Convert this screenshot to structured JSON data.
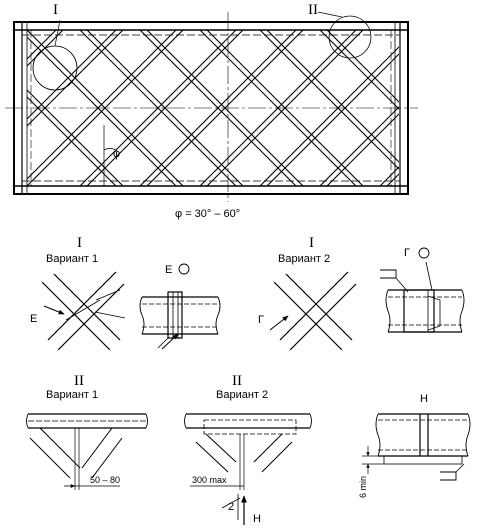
{
  "top": {
    "detail_I": "I",
    "detail_II": "II",
    "angle_symbol": "φ",
    "angle_caption": "φ = 30° – 60°"
  },
  "details": {
    "I_v1_numeral": "I",
    "I_v1_title": "Вариант 1",
    "I_v1_view": "Е",
    "I_v1_view_small": "Е",
    "I_v2_numeral": "I",
    "I_v2_title": "Вариант 2",
    "I_v2_view": "Г",
    "I_v2_view_small": "Г",
    "II_v1_numeral": "II",
    "II_v1_title": "Вариант 1",
    "II_v1_dim": "50 – 80",
    "II_v2_numeral": "II",
    "II_v2_title": "Вариант 2",
    "II_v2_dim": "300 max",
    "II_v2_leader": "2",
    "II_v2_view": "Н",
    "H_view_title": "Н",
    "H_dim": "6 min"
  }
}
